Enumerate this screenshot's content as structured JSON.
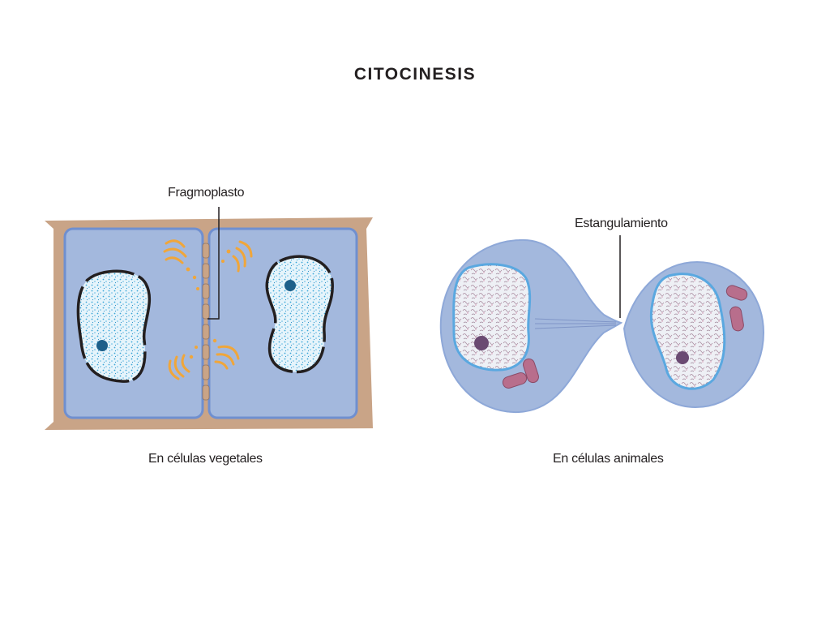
{
  "title": "CITOCINESIS",
  "plant": {
    "pointer_label": "Fragmoplasto",
    "caption": "En células vegetales"
  },
  "animal": {
    "pointer_label": "Estangulamiento",
    "caption": "En células animales"
  },
  "colors": {
    "cell_wall": "#c9a487",
    "cytoplasm": "#a3b8dd",
    "membrane": "#6f8fd0",
    "nucleus_dots": "#3aa6d8",
    "golgi": "#f0a63a",
    "nuclear_envelope": "#231f20",
    "chromatin": "#b08aa3",
    "mitochondria": "#b86e8c"
  }
}
